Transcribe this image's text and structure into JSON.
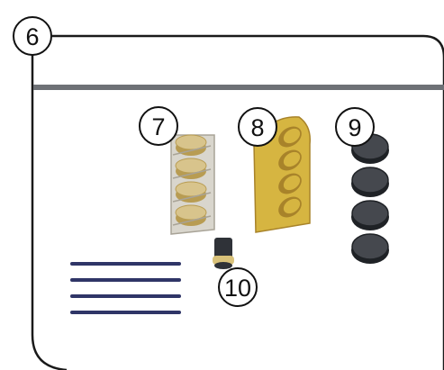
{
  "colors": {
    "panel_outline": "#1a1a1a",
    "rail": "#6e7176",
    "callout_stroke": "#111111",
    "callout_fill": "#ffffff",
    "clear_holder": "#d9d6cd",
    "clear_holder_stroke": "#a8a397",
    "beige_disc": "#d8c48c",
    "beige_disc_dark": "#b89c52",
    "gold_holder": "#d6b541",
    "gold_holder_dark": "#a8832a",
    "dark_disc": "#45484e",
    "dark_disc_rim": "#1f2226",
    "cartridge_body": "#2f3238",
    "cartridge_cap": "#d9c27a",
    "stripe": "#2f3567"
  },
  "callouts": [
    {
      "id": "panel",
      "label": "6"
    },
    {
      "id": "clear-holder",
      "label": "7"
    },
    {
      "id": "gold-holder",
      "label": "8"
    },
    {
      "id": "dark-discs",
      "label": "9"
    },
    {
      "id": "cartridge",
      "label": "10"
    }
  ],
  "counts": {
    "clear_holder_discs": 4,
    "gold_holder_discs": 4,
    "dark_discs": 4,
    "stripes": 4
  }
}
